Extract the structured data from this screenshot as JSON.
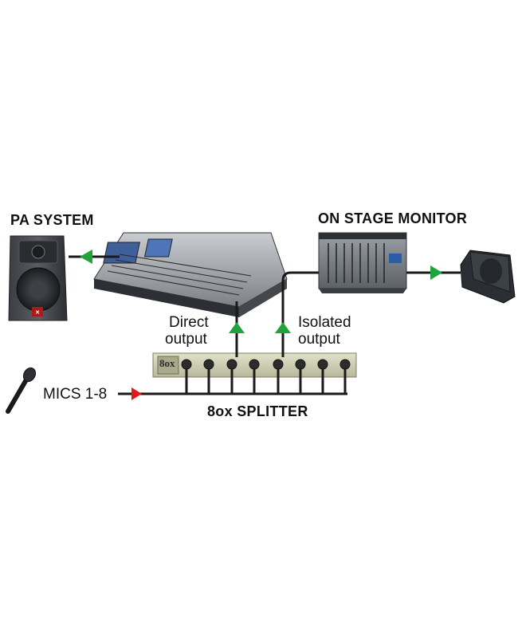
{
  "labels": {
    "pa_system": "PA SYSTEM",
    "on_stage_monitor": "ON STAGE MONITOR",
    "direct_output_line1": "Direct",
    "direct_output_line2": "output",
    "isolated_output_line1": "Isolated",
    "isolated_output_line2": "output",
    "mics": "MICS 1-8",
    "splitter_title": "8ox SPLITTER",
    "splitter_badge": "8ox"
  },
  "colors": {
    "signal_arrow": "#1fa33a",
    "input_arrow": "#e01a1a",
    "cable": "#1a1a1a",
    "splitter_panel": "#cfcfb4"
  },
  "icons": {
    "pa_speaker": "speaker-cabinet-icon",
    "mixing_console": "digital-mixing-console-icon",
    "monitor_mixer": "analog-mixer-icon",
    "stage_monitor": "floor-wedge-monitor-icon",
    "microphone": "microphone-icon",
    "splitter": "rack-splitter-icon"
  },
  "splitter_channels": 8
}
